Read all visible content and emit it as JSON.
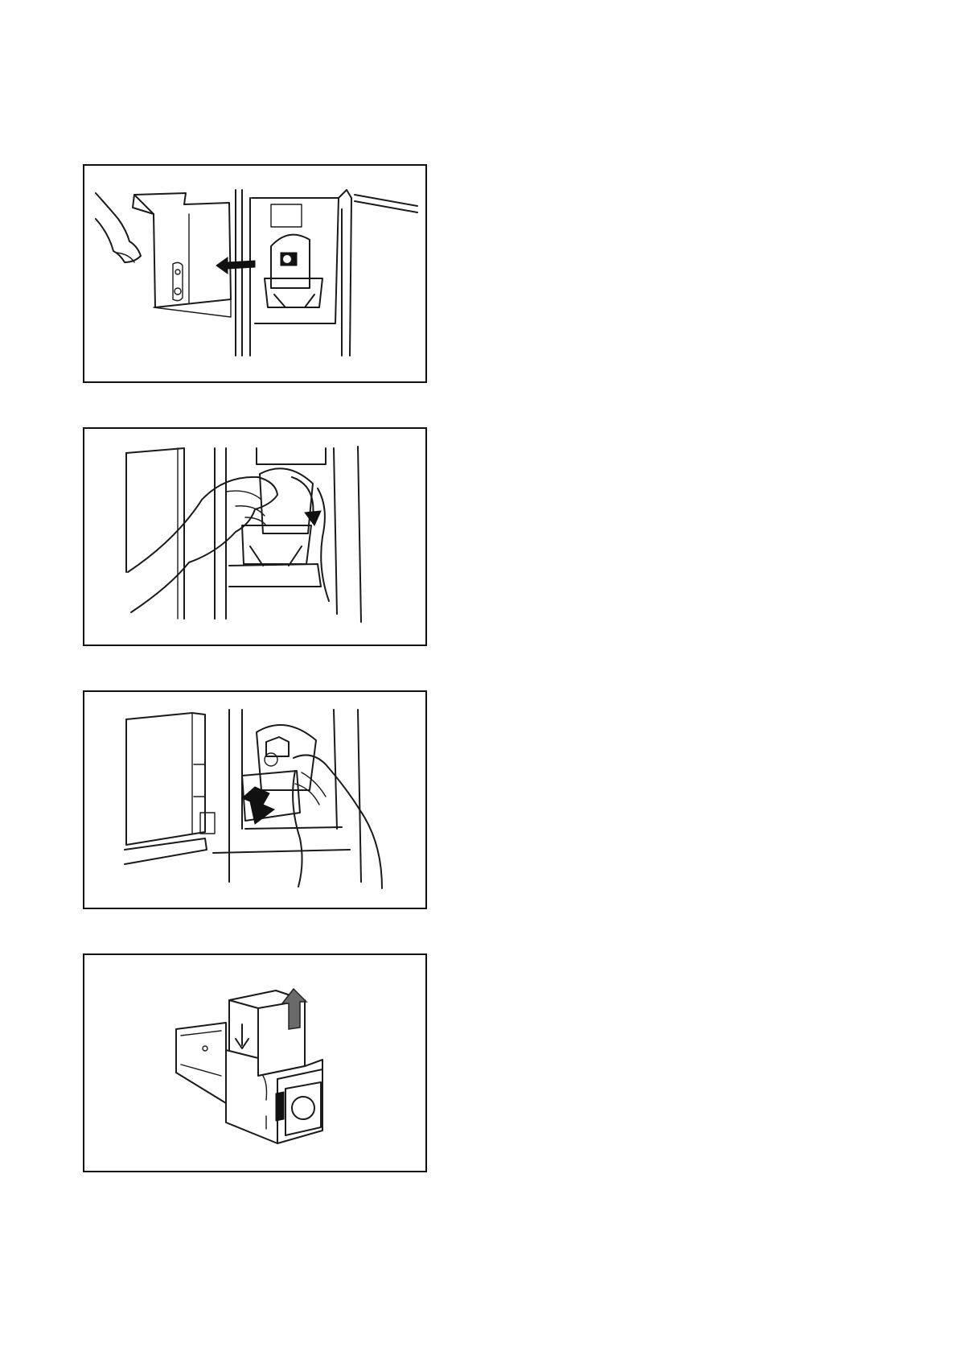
{
  "document": {
    "figures": [
      {
        "name": "open-front-cover",
        "arrow": "left",
        "caption": ""
      },
      {
        "name": "lower-stapler-unit",
        "arrow": "curved-down",
        "caption": ""
      },
      {
        "name": "pull-out-cartridge",
        "arrow": "down",
        "caption": ""
      },
      {
        "name": "remove-staple-case",
        "arrow": "up",
        "caption": ""
      }
    ]
  }
}
